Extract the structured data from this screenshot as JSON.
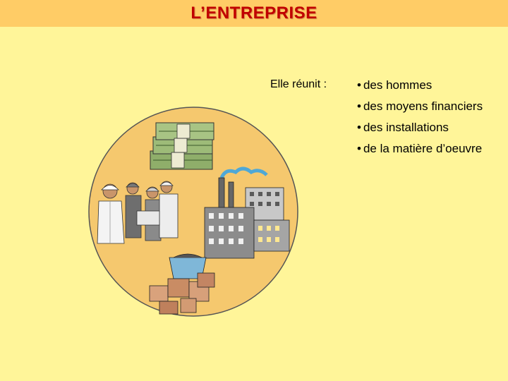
{
  "slide": {
    "title": "L’ENTREPRISE",
    "intro": "Elle réunit :",
    "bullets": [
      "des hommes",
      "des moyens financiers",
      "des installations",
      "de la matière d’oeuvre"
    ]
  },
  "colors": {
    "background": "#FFF599",
    "title_bar": "#FFCC66",
    "title_text": "#C00000",
    "circle": "#F5C86E"
  },
  "illustration": {
    "elements": [
      "money-stack-icon",
      "workers-icon",
      "factory-icon",
      "materials-boxes-icon"
    ]
  }
}
